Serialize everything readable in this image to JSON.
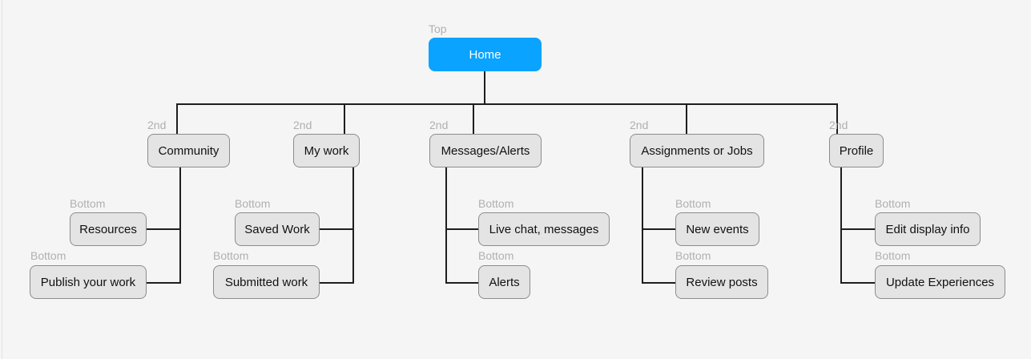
{
  "levels": {
    "top": "Top",
    "second": "2nd",
    "bottom": "Bottom"
  },
  "colors": {
    "home_fill": "#0aa3ff",
    "node_fill": "#e4e4e4",
    "node_border": "#8c8c8c",
    "connector": "#1e1e1e",
    "level_label": "#b0b0b0",
    "background": "#f5f5f5"
  },
  "root": {
    "label": "Home",
    "level": "Top"
  },
  "sections": [
    {
      "label": "Community",
      "level": "2nd",
      "children": [
        {
          "label": "Resources",
          "level": "Bottom"
        },
        {
          "label": "Publish your work",
          "level": "Bottom"
        }
      ]
    },
    {
      "label": "My work",
      "level": "2nd",
      "children": [
        {
          "label": "Saved Work",
          "level": "Bottom"
        },
        {
          "label": "Submitted work",
          "level": "Bottom"
        }
      ]
    },
    {
      "label": "Messages/Alerts",
      "level": "2nd",
      "children": [
        {
          "label": "Live chat, messages",
          "level": "Bottom"
        },
        {
          "label": "Alerts",
          "level": "Bottom"
        }
      ]
    },
    {
      "label": "Assignments or Jobs",
      "level": "2nd",
      "children": [
        {
          "label": "New events",
          "level": "Bottom"
        },
        {
          "label": "Review posts",
          "level": "Bottom"
        }
      ]
    },
    {
      "label": "Profile",
      "level": "2nd",
      "children": [
        {
          "label": "Edit display info",
          "level": "Bottom"
        },
        {
          "label": "Update Experiences",
          "level": "Bottom"
        }
      ]
    }
  ]
}
